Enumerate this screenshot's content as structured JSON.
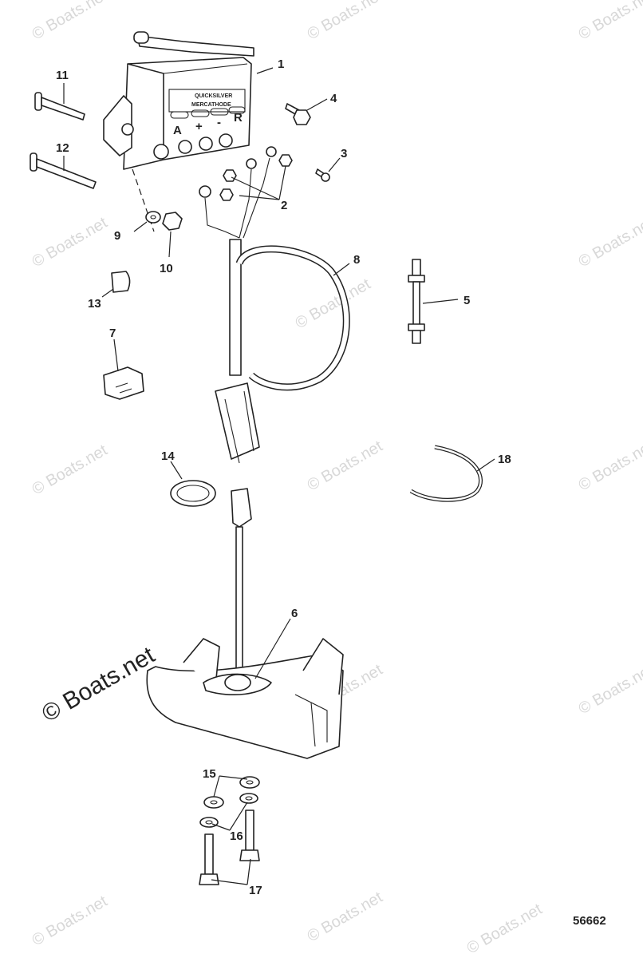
{
  "watermark": "© Boats.net",
  "diagram_number": "56662",
  "module_lettering": [
    "QUICKSILVER",
    "MERCATHODE",
    "A",
    "+",
    "-",
    "R"
  ],
  "callouts": [
    {
      "id": "1",
      "label": "1"
    },
    {
      "id": "2",
      "label": "2"
    },
    {
      "id": "3",
      "label": "3"
    },
    {
      "id": "4",
      "label": "4"
    },
    {
      "id": "5",
      "label": "5"
    },
    {
      "id": "6",
      "label": "6"
    },
    {
      "id": "7",
      "label": "7"
    },
    {
      "id": "8",
      "label": "8"
    },
    {
      "id": "9",
      "label": "9"
    },
    {
      "id": "10",
      "label": "10"
    },
    {
      "id": "11",
      "label": "11"
    },
    {
      "id": "12",
      "label": "12"
    },
    {
      "id": "13",
      "label": "13"
    },
    {
      "id": "14",
      "label": "14"
    },
    {
      "id": "15",
      "label": "15"
    },
    {
      "id": "16",
      "label": "16"
    },
    {
      "id": "17",
      "label": "17"
    },
    {
      "id": "18",
      "label": "18"
    }
  ]
}
